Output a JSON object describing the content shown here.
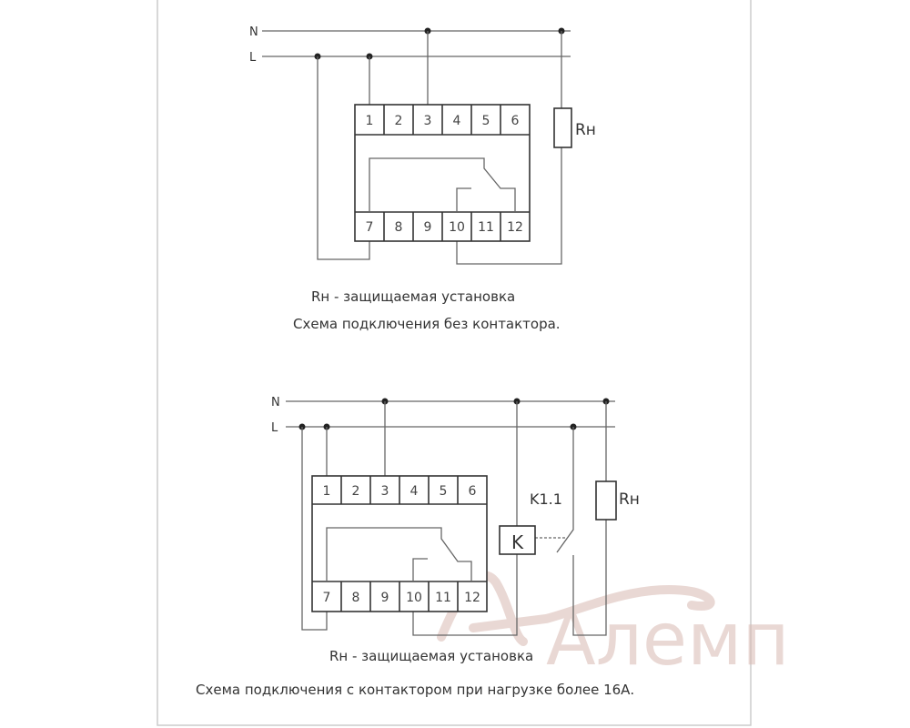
{
  "frame_color": "#cccccc",
  "watermark": "Алемп",
  "top": {
    "line_n": "N",
    "line_l": "L",
    "terminals_top": [
      "1",
      "2",
      "3",
      "4",
      "5",
      "6"
    ],
    "terminals_bottom": [
      "7",
      "8",
      "9",
      "10",
      "11",
      "12"
    ],
    "load_label": "Rн",
    "caption_1": "Rн - защищаемая установка",
    "caption_2": "Схема подключения без контактора."
  },
  "bottom": {
    "line_n": "N",
    "line_l": "L",
    "terminals_top": [
      "1",
      "2",
      "3",
      "4",
      "5",
      "6"
    ],
    "terminals_bottom": [
      "7",
      "8",
      "9",
      "10",
      "11",
      "12"
    ],
    "coil_label": "K",
    "contact_label": "K1.1",
    "load_label": "Rн",
    "caption_1": "Rн - защищаемая установка",
    "caption_2": "Схема подключения с контактором при нагрузке более 16А."
  }
}
